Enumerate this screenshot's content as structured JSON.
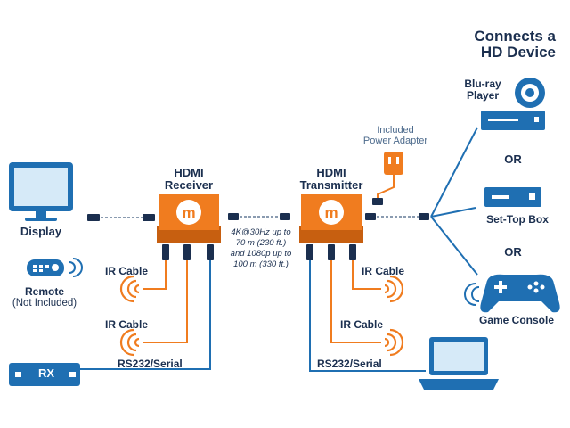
{
  "header": {
    "line1": "Connects a",
    "line2": "HD Device"
  },
  "receiver": {
    "line1": "HDMI",
    "line2": "Receiver"
  },
  "transmitter": {
    "line1": "HDMI",
    "line2": "Transmitter"
  },
  "display_label": "Display",
  "remote": {
    "label": "Remote",
    "note": "(Not Included)"
  },
  "rx_label": "RX",
  "ir_cable_label": "IR Cable",
  "rs232_label": "RS232/Serial",
  "power": {
    "line1": "Included",
    "line2": "Power Adapter"
  },
  "distance": {
    "line1": "4K@30Hz up to",
    "line2": "70 m (230 ft.)",
    "line3": "and 1080p up to",
    "line4": "100 m (330 ft.)"
  },
  "devices": {
    "bluray": {
      "line1": "Blu-ray",
      "line2": "Player"
    },
    "or_label": "OR",
    "settop": "Set-Top Box",
    "console": "Game Console"
  },
  "colors": {
    "navy": "#1b2f4f",
    "blue": "#1f6fb2",
    "orange": "#f07c1f",
    "light_blue": "#d6eaf8"
  }
}
